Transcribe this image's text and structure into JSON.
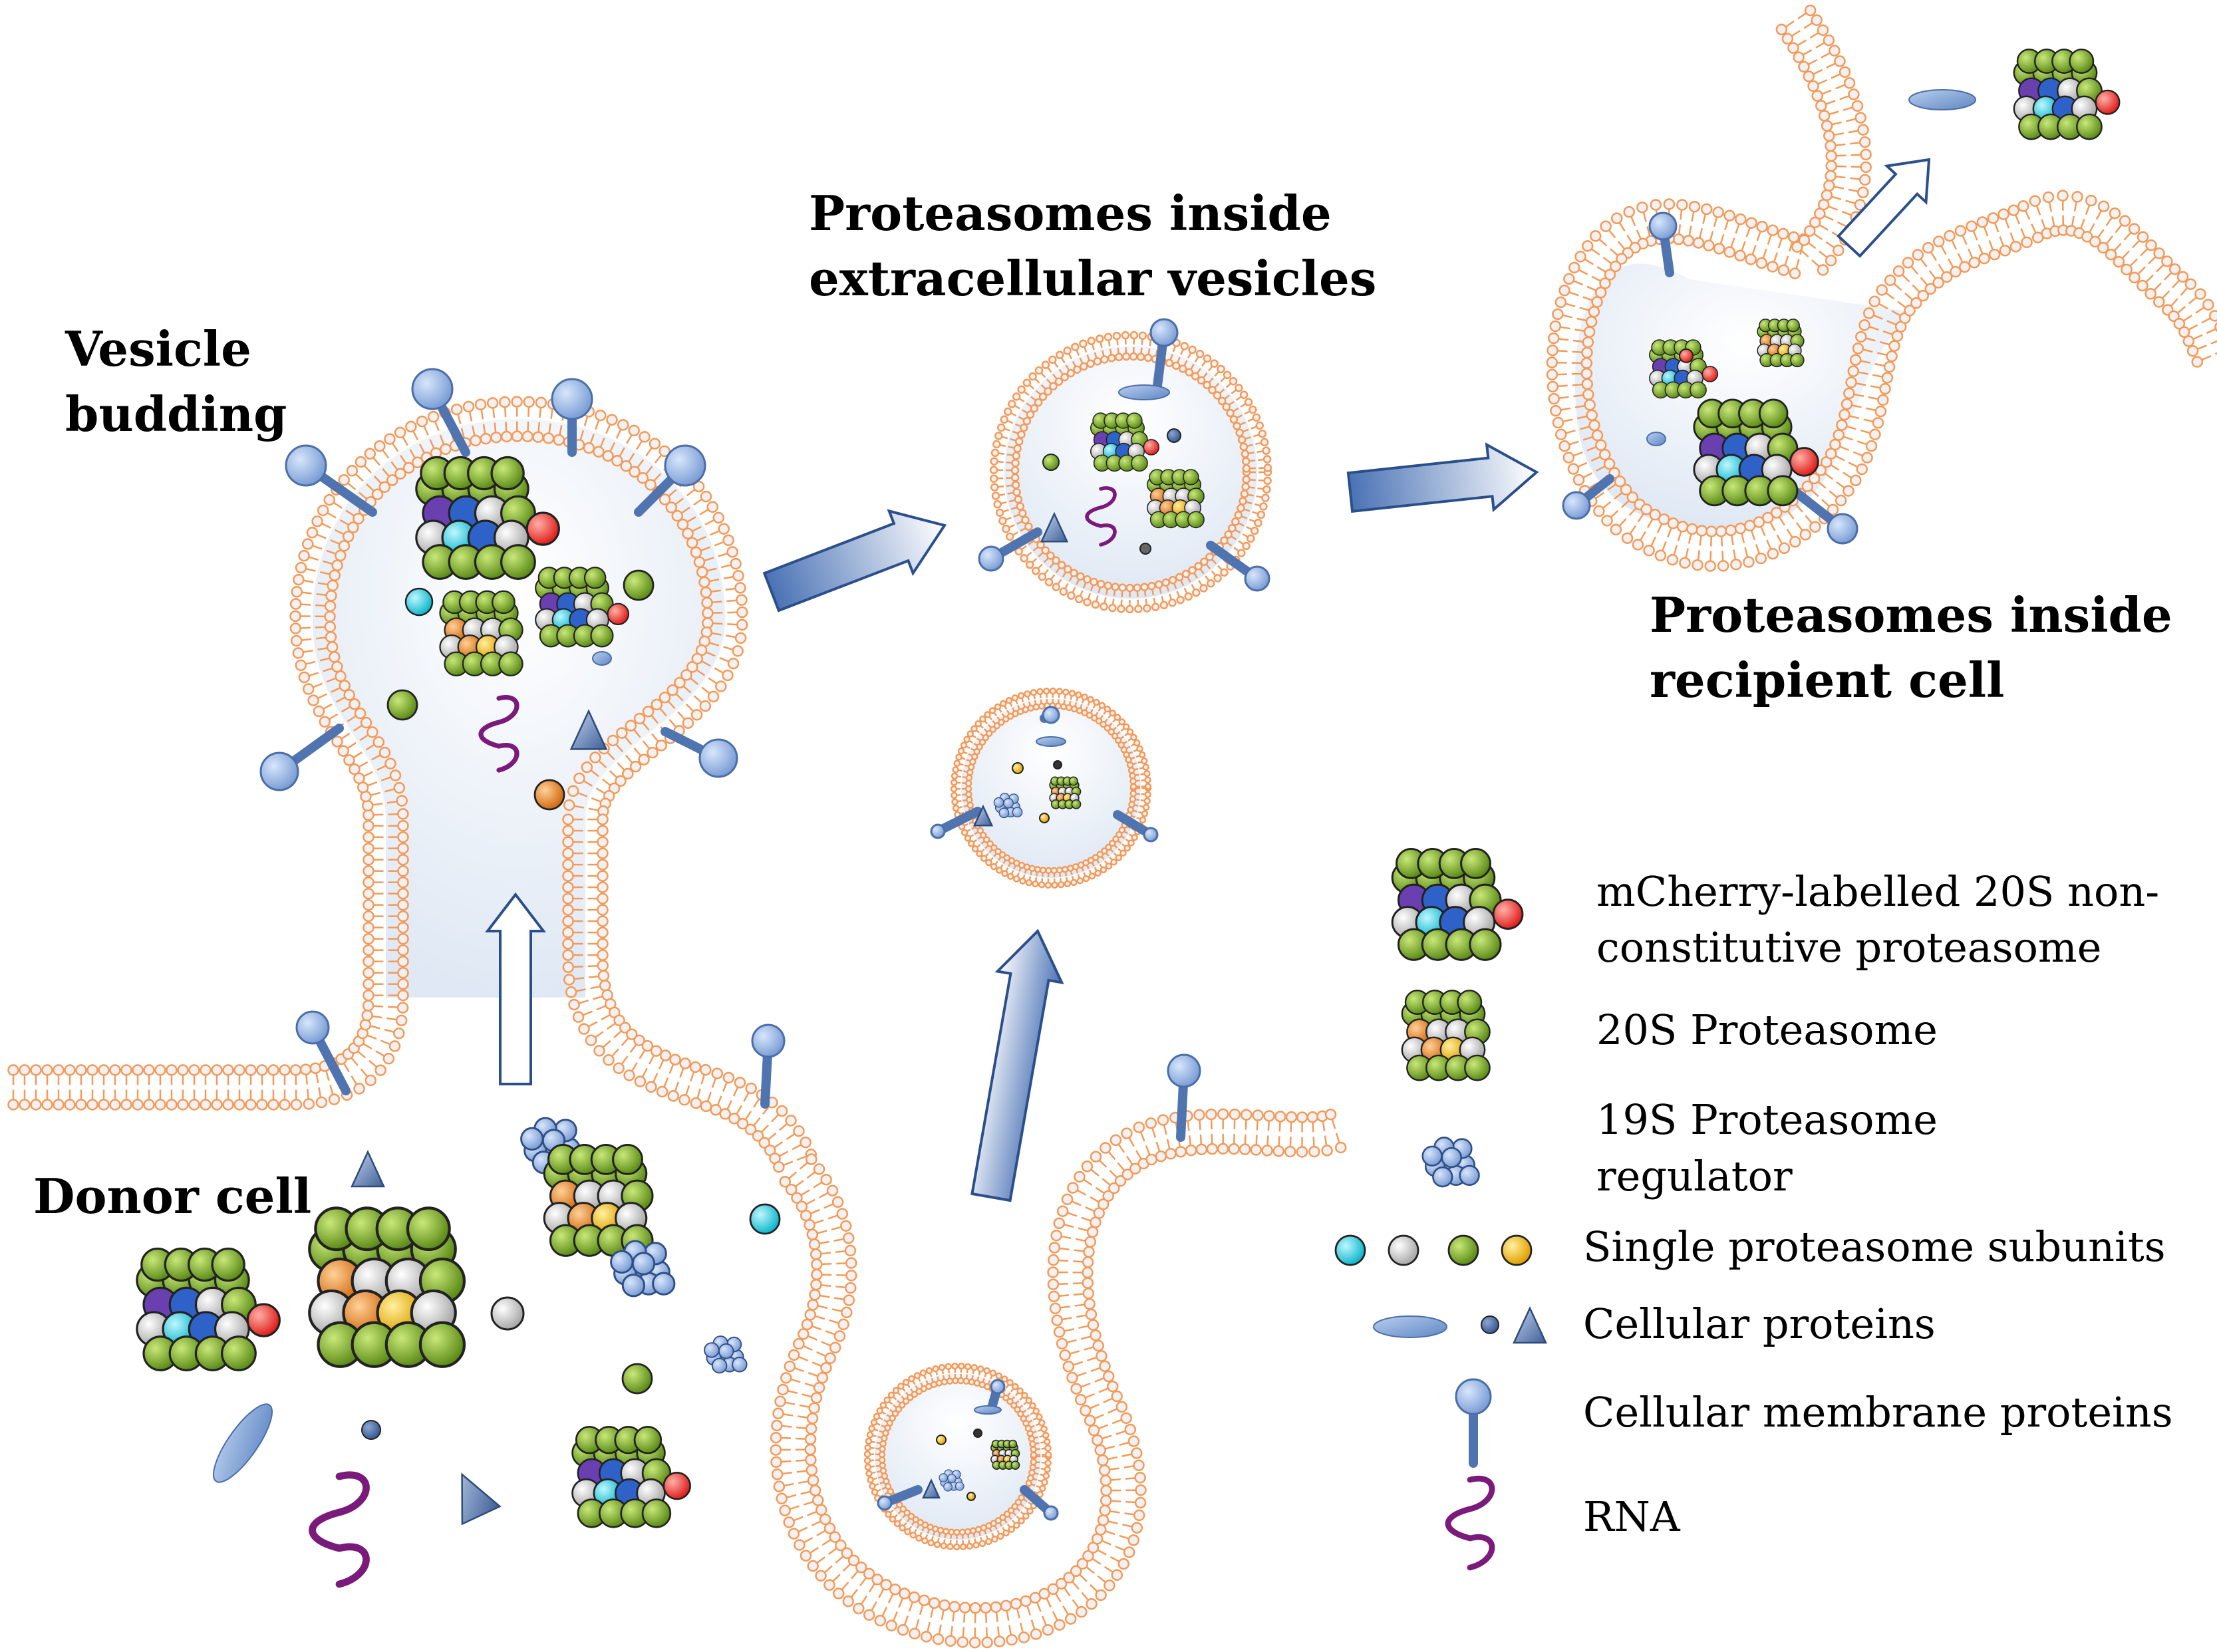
{
  "labels": {
    "vesicle_budding": [
      "Vesicle",
      "budding"
    ],
    "ev_title": [
      "Proteasomes inside",
      "extracellular vesicles"
    ],
    "recipient_title": [
      "Proteasomes inside",
      "recipient cell"
    ],
    "donor_cell": "Donor cell"
  },
  "legend": {
    "mcherry": [
      "mCherry-labelled 20S non-",
      "constitutive proteasome"
    ],
    "p20s": "20S Proteasome",
    "p19s": [
      "19S Proteasome",
      "regulator"
    ],
    "subunits": "Single proteasome subunits",
    "cellular_proteins": "Cellular proteins",
    "membrane_proteins": "Cellular membrane proteins",
    "rna": "RNA"
  },
  "colors": {
    "membrane_head_outline": "#f39a5a",
    "membrane_protein": "#4f74b0",
    "proteasome_green": "#7fae2c",
    "rna": "#7a1a7a",
    "arrow_blue": "#5b82bf",
    "mcherry_red": "#e8201c",
    "subunit_cyan": "#1fd2e6",
    "subunit_orange": "#e8862a",
    "subunit_yellow": "#f5b700",
    "regulator_blue": "#8aaee0"
  }
}
